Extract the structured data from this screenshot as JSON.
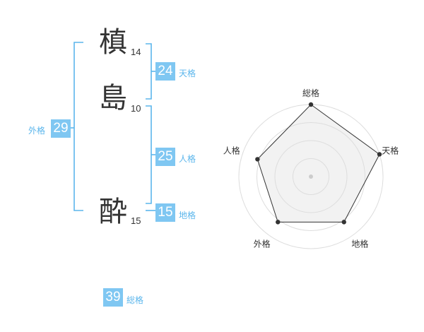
{
  "name": {
    "chars": [
      {
        "char": "槙",
        "strokes": "14"
      },
      {
        "char": "島",
        "strokes": "10"
      },
      {
        "char": "酔",
        "strokes": "15"
      }
    ]
  },
  "fortune": {
    "tenkaku": {
      "value": "24",
      "label": "天格"
    },
    "jinkaku": {
      "value": "25",
      "label": "人格"
    },
    "chikaku": {
      "value": "15",
      "label": "地格"
    },
    "gaikaku": {
      "value": "29",
      "label": "外格"
    },
    "soukaku": {
      "value": "39",
      "label": "総格"
    }
  },
  "colors": {
    "accent": "#7fc7f2",
    "bracket": "#5bb6ec",
    "text": "#333333"
  },
  "chart_data": {
    "type": "radar",
    "axes": [
      "総格",
      "天格",
      "地格",
      "外格",
      "人格"
    ],
    "values": [
      1.0,
      1.0,
      0.78,
      0.78,
      0.78
    ],
    "range": [
      0,
      1
    ],
    "rings": 4
  }
}
